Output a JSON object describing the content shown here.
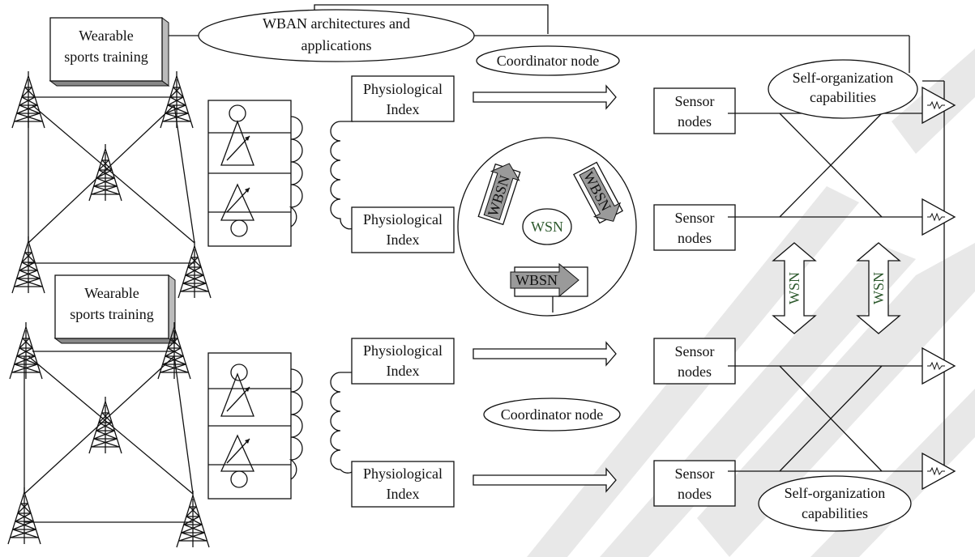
{
  "figure": {
    "wban_title_line1": "WBAN architectures and",
    "wban_title_line2": "applications",
    "wearable_top_line1": "Wearable",
    "wearable_top_line2": "sports training",
    "wearable_bottom_line1": "Wearable",
    "wearable_bottom_line2": "sports training",
    "coordinator_top": "Coordinator node",
    "coordinator_bottom": "Coordinator node",
    "physio": [
      {
        "line1": "Physiological",
        "line2": "Index"
      },
      {
        "line1": "Physiological",
        "line2": "Index"
      },
      {
        "line1": "Physiological",
        "line2": "Index"
      },
      {
        "line1": "Physiological",
        "line2": "Index"
      }
    ],
    "sensors": [
      {
        "line1": "Sensor",
        "line2": "nodes"
      },
      {
        "line1": "Sensor",
        "line2": "nodes"
      },
      {
        "line1": "Sensor",
        "line2": "nodes"
      },
      {
        "line1": "Sensor",
        "line2": "nodes"
      }
    ],
    "self_org_top_line1": "Self-organization",
    "self_org_top_line2": "capabilities",
    "self_org_bottom_line1": "Self-organization",
    "self_org_bottom_line2": "capabilities",
    "wsn_center": "WSN",
    "wbsn_1": "WBSN",
    "wbsn_2": "WBSN",
    "wbsn_3": "WBSN",
    "wsn_arrow_1": "WSN",
    "wsn_arrow_2": "WSN"
  },
  "colors": {
    "line": "#111111",
    "wsn_text": "#2e5a2e",
    "shadow": "#9a9a9a",
    "watermark": "#e8e8e8"
  }
}
